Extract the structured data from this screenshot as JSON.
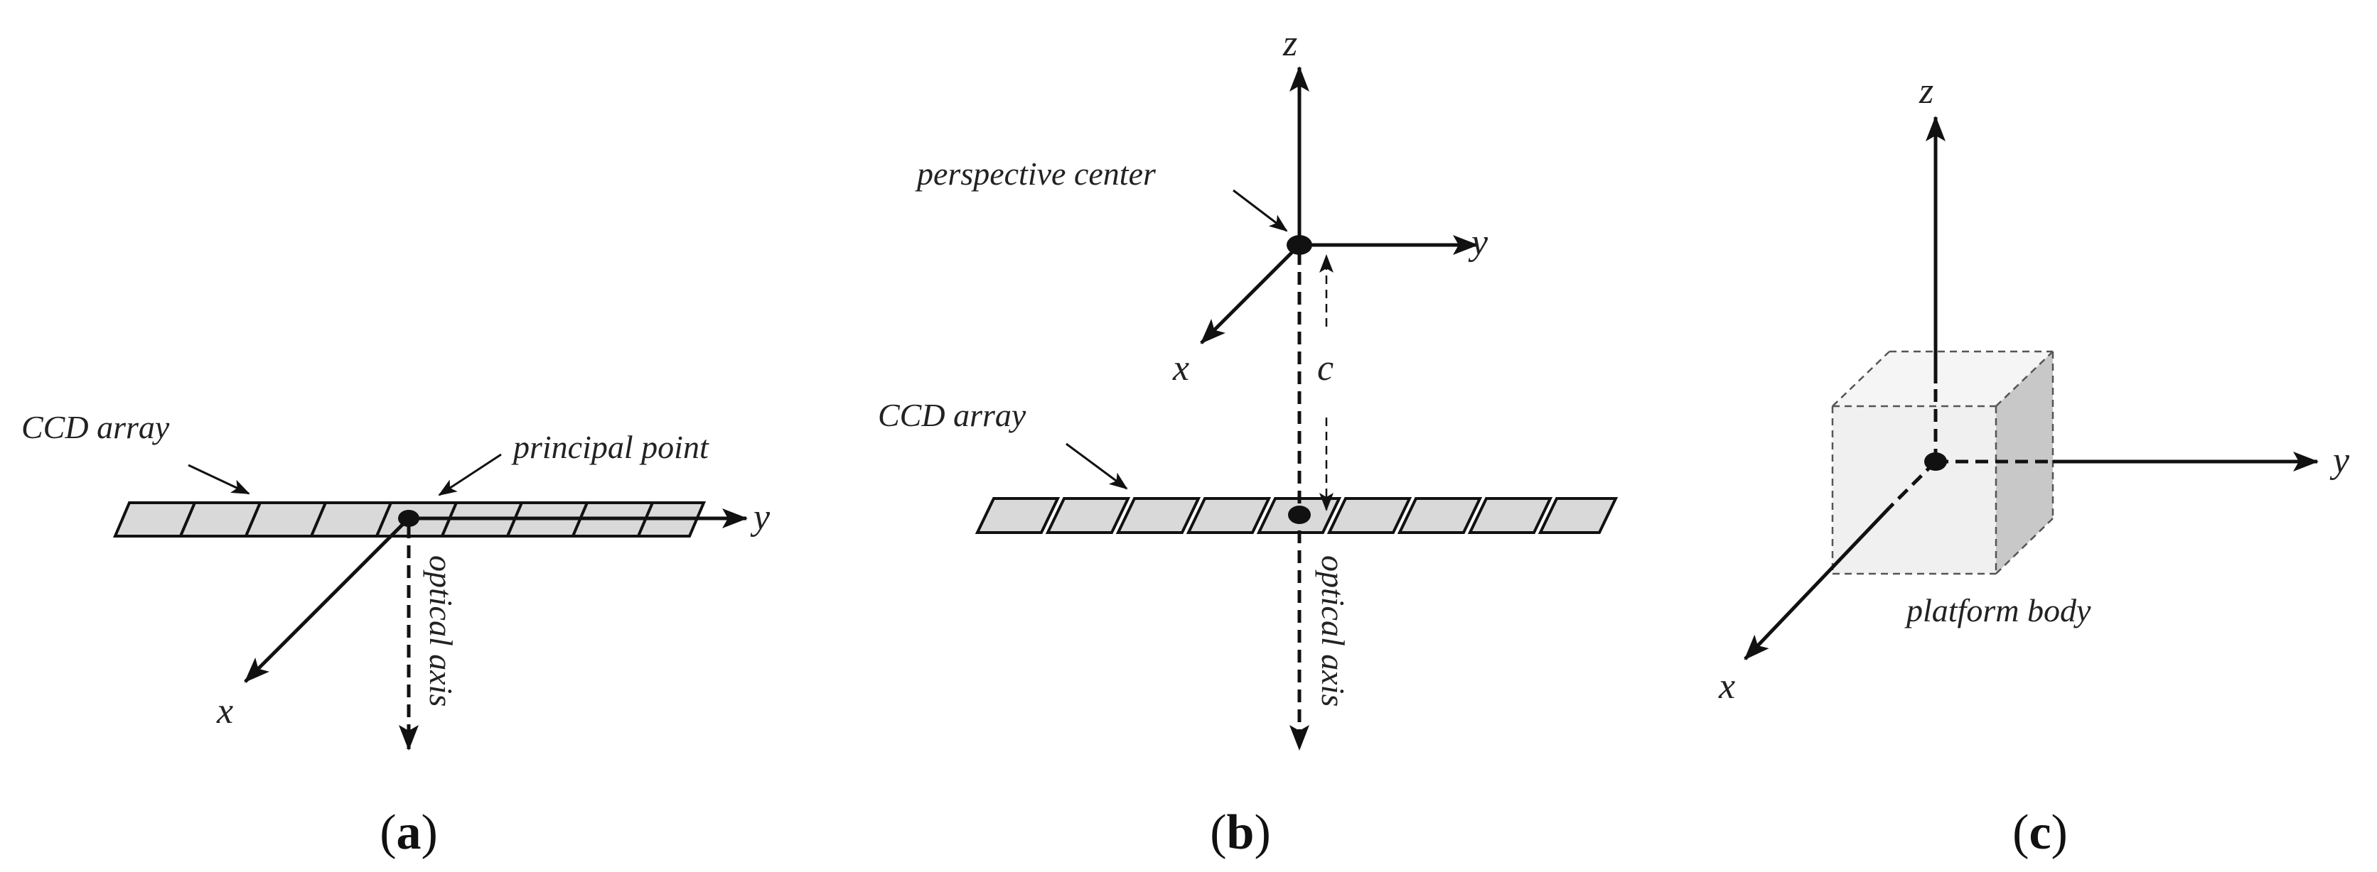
{
  "panels": {
    "a": {
      "label_open": "(",
      "label_letter": "a",
      "label_close": ")",
      "ccd_label": "CCD array",
      "principal_label": "principal point",
      "optical_label": "optical axis",
      "axis_x": "x",
      "axis_y": "y"
    },
    "b": {
      "label_open": "(",
      "label_letter": "b",
      "label_close": ")",
      "ccd_label": "CCD array",
      "perspective_label": "perspective center",
      "optical_label": "optical axis",
      "axis_x": "x",
      "axis_y": "y",
      "axis_z": "z",
      "focal_label": "c"
    },
    "c": {
      "label_open": "(",
      "label_letter": "c",
      "label_close": ")",
      "body_label": "platform body",
      "axis_x": "x",
      "axis_y": "y",
      "axis_z": "z"
    }
  },
  "colors": {
    "line": "#111111",
    "ccd_fill": "#d9d9d9",
    "cube_front": "#f0f0f0",
    "cube_top": "#f5f5f5",
    "cube_side": "#c8c8c8"
  }
}
